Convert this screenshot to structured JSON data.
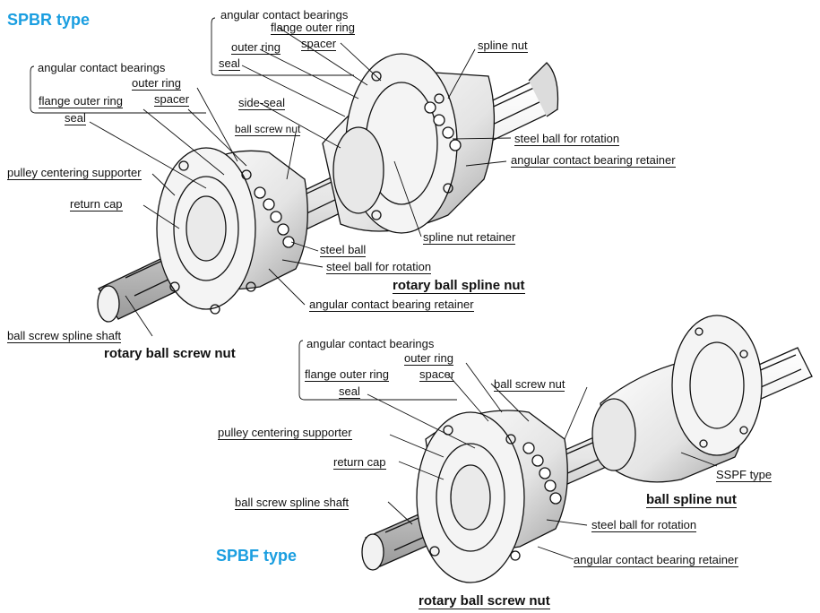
{
  "titles": {
    "spbr": "SPBR type",
    "spbf": "SPBF type"
  },
  "top_labels": {
    "acb_right": "angular contact bearings",
    "flange_outer_ring_right": "flange outer ring",
    "outer_ring_right": "outer ring",
    "spacer_right": "spacer",
    "seal_right": "seal",
    "spline_nut": "spline nut",
    "acb_left": "angular contact bearings",
    "outer_ring_left": "outer ring",
    "flange_outer_ring_left": "flange outer ring",
    "spacer_left": "spacer",
    "seal_left": "seal",
    "side_seal": "side-seal",
    "ball_screw_nut": "ball screw nut",
    "steel_ball_rotation_1": "steel ball for rotation",
    "acb_retainer_1": "angular contact bearing retainer",
    "pulley_centering": "pulley centering supporter",
    "return_cap": "return cap",
    "spline_nut_retainer": "spline nut retainer",
    "steel_ball": "steel ball",
    "steel_ball_rotation_2": "steel ball for rotation",
    "rotary_ball_spline_nut": "rotary ball spline nut",
    "acb_retainer_2": "angular contact bearing retainer",
    "shaft": "ball screw spline shaft",
    "rotary_ball_screw_nut": "rotary ball screw nut"
  },
  "bottom_labels": {
    "acb": "angular contact bearings",
    "outer_ring": "outer ring",
    "flange_outer_ring": "flange outer ring",
    "spacer": "spacer",
    "seal": "seal",
    "ball_screw_nut": "ball screw nut",
    "pulley_centering": "pulley centering supporter",
    "return_cap": "return cap",
    "sspf_type": "SSPF type",
    "ball_spline_nut": "ball spline nut",
    "shaft": "ball screw spline shaft",
    "steel_ball_rotation": "steel ball for rotation",
    "acb_retainer": "angular contact bearing retainer",
    "rotary_ball_screw_nut": "rotary ball screw nut"
  },
  "colors": {
    "title_blue": "#1a9ee0",
    "line": "#111111",
    "shade": "#d9d9d9"
  }
}
